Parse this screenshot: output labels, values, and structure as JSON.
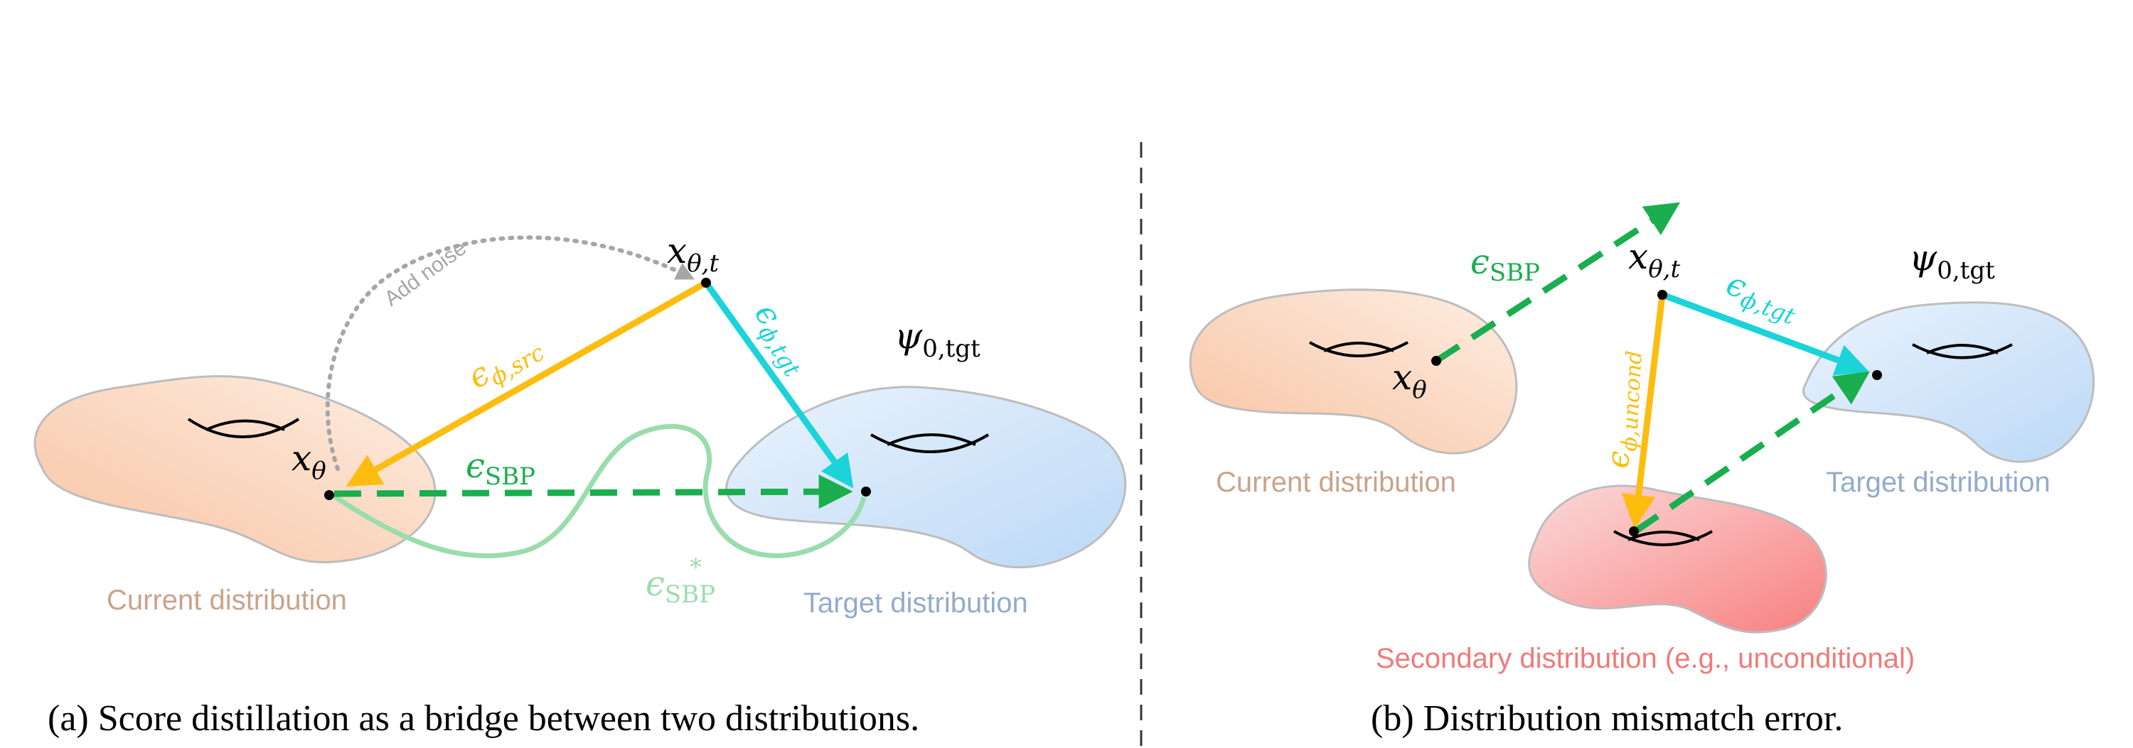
{
  "panel_a": {
    "caption": "(a) Score distillation as a bridge between two distributions.",
    "current_label": "Current distribution",
    "target_label": "Target distribution",
    "add_noise": "Add noise",
    "x_theta": {
      "base": "x",
      "sub": "θ"
    },
    "x_theta_t": {
      "base": "x",
      "sub": "θ,t"
    },
    "psi": {
      "base": "ψ",
      "sub": "0,tgt"
    },
    "eps_src": {
      "base": "ϵ",
      "sub": "ϕ,src"
    },
    "eps_tgt": {
      "base": "ϵ",
      "sub": "ϕ,tgt"
    },
    "eps_sbp": {
      "base": "ϵ",
      "sub": "SBP"
    },
    "eps_sbp_star": {
      "base": "ϵ",
      "sub": "SBP",
      "sup": "*"
    }
  },
  "panel_b": {
    "caption": "(b) Distribution mismatch error.",
    "current_label": "Current distribution",
    "target_label": "Target distribution",
    "secondary_label": "Secondary distribution (e.g., unconditional)",
    "x_theta": {
      "base": "x",
      "sub": "θ"
    },
    "x_theta_t": {
      "base": "x",
      "sub": "θ,t"
    },
    "psi": {
      "base": "ψ",
      "sub": "0,tgt"
    },
    "eps_sbp": {
      "base": "ϵ",
      "sub": "SBP"
    },
    "eps_tgt": {
      "base": "ϵ",
      "sub": "ϕ,tgt"
    },
    "eps_uncond": {
      "base": "ϵ",
      "sub": "ϕ,uncond"
    }
  },
  "colors": {
    "orange": "#FDBD10",
    "cyan": "#1BD3D8",
    "green": "#1AAE4E",
    "light_green": "#9ADDAD",
    "grey": "#A6A6A6",
    "current_text": "#C9A38C",
    "target_text": "#93ABCB",
    "secondary_text": "#F07A7A"
  }
}
